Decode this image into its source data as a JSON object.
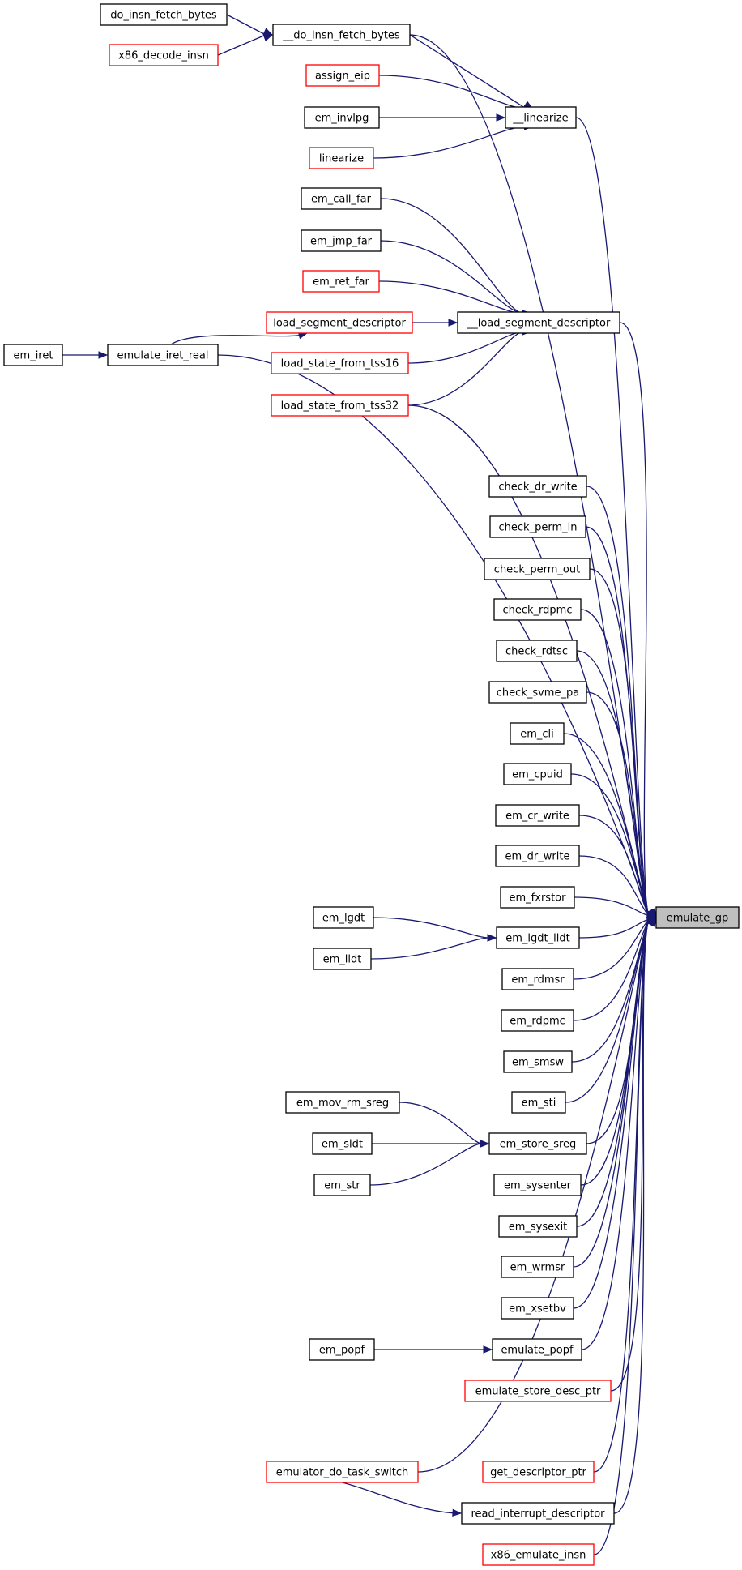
{
  "nodes": [
    {
      "id": "emulate_gp",
      "label": "emulate_gp",
      "border": "target"
    },
    {
      "id": "do_insn_fetch_bytes_caller",
      "label": "do_insn_fetch_bytes",
      "border": "black"
    },
    {
      "id": "x86_decode_insn",
      "label": "x86_decode_insn",
      "border": "red"
    },
    {
      "id": "__do_insn_fetch_bytes",
      "label": "__do_insn_fetch_bytes",
      "border": "black"
    },
    {
      "id": "assign_eip",
      "label": "assign_eip",
      "border": "red"
    },
    {
      "id": "em_invlpg",
      "label": "em_invlpg",
      "border": "black"
    },
    {
      "id": "linearize",
      "label": "linearize",
      "border": "red"
    },
    {
      "id": "__linearize",
      "label": "__linearize",
      "border": "black"
    },
    {
      "id": "em_call_far",
      "label": "em_call_far",
      "border": "black"
    },
    {
      "id": "em_jmp_far",
      "label": "em_jmp_far",
      "border": "black"
    },
    {
      "id": "em_ret_far",
      "label": "em_ret_far",
      "border": "red"
    },
    {
      "id": "load_segment_descriptor",
      "label": "load_segment_descriptor",
      "border": "red"
    },
    {
      "id": "__load_segment_descriptor",
      "label": "__load_segment_descriptor",
      "border": "black"
    },
    {
      "id": "load_state_from_tss16",
      "label": "load_state_from_tss16",
      "border": "red"
    },
    {
      "id": "load_state_from_tss32",
      "label": "load_state_from_tss32",
      "border": "red"
    },
    {
      "id": "em_iret",
      "label": "em_iret",
      "border": "black"
    },
    {
      "id": "emulate_iret_real",
      "label": "emulate_iret_real",
      "border": "black"
    },
    {
      "id": "check_dr_write",
      "label": "check_dr_write",
      "border": "black"
    },
    {
      "id": "check_perm_in",
      "label": "check_perm_in",
      "border": "black"
    },
    {
      "id": "check_perm_out",
      "label": "check_perm_out",
      "border": "black"
    },
    {
      "id": "check_rdpmc",
      "label": "check_rdpmc",
      "border": "black"
    },
    {
      "id": "check_rdtsc",
      "label": "check_rdtsc",
      "border": "black"
    },
    {
      "id": "check_svme_pa",
      "label": "check_svme_pa",
      "border": "black"
    },
    {
      "id": "em_cli",
      "label": "em_cli",
      "border": "black"
    },
    {
      "id": "em_cpuid",
      "label": "em_cpuid",
      "border": "black"
    },
    {
      "id": "em_cr_write",
      "label": "em_cr_write",
      "border": "black"
    },
    {
      "id": "em_dr_write",
      "label": "em_dr_write",
      "border": "black"
    },
    {
      "id": "em_fxrstor",
      "label": "em_fxrstor",
      "border": "black"
    },
    {
      "id": "em_lgdt",
      "label": "em_lgdt",
      "border": "black"
    },
    {
      "id": "em_lgdt_lidt",
      "label": "em_lgdt_lidt",
      "border": "black"
    },
    {
      "id": "em_lidt",
      "label": "em_lidt",
      "border": "black"
    },
    {
      "id": "em_rdmsr",
      "label": "em_rdmsr",
      "border": "black"
    },
    {
      "id": "em_rdpmc",
      "label": "em_rdpmc",
      "border": "black"
    },
    {
      "id": "em_smsw",
      "label": "em_smsw",
      "border": "black"
    },
    {
      "id": "em_sti",
      "label": "em_sti",
      "border": "black"
    },
    {
      "id": "em_mov_rm_sreg",
      "label": "em_mov_rm_sreg",
      "border": "black"
    },
    {
      "id": "em_sldt",
      "label": "em_sldt",
      "border": "black"
    },
    {
      "id": "em_str",
      "label": "em_str",
      "border": "black"
    },
    {
      "id": "em_store_sreg",
      "label": "em_store_sreg",
      "border": "black"
    },
    {
      "id": "em_sysenter",
      "label": "em_sysenter",
      "border": "black"
    },
    {
      "id": "em_sysexit",
      "label": "em_sysexit",
      "border": "black"
    },
    {
      "id": "em_wrmsr",
      "label": "em_wrmsr",
      "border": "black"
    },
    {
      "id": "em_xsetbv",
      "label": "em_xsetbv",
      "border": "black"
    },
    {
      "id": "em_popf",
      "label": "em_popf",
      "border": "black"
    },
    {
      "id": "emulate_popf",
      "label": "emulate_popf",
      "border": "black"
    },
    {
      "id": "emulate_store_desc_ptr",
      "label": "emulate_store_desc_ptr",
      "border": "red"
    },
    {
      "id": "emulator_do_task_switch",
      "label": "emulator_do_task_switch",
      "border": "red"
    },
    {
      "id": "get_descriptor_ptr",
      "label": "get_descriptor_ptr",
      "border": "red"
    },
    {
      "id": "read_interrupt_descriptor",
      "label": "read_interrupt_descriptor",
      "border": "black"
    },
    {
      "id": "x86_emulate_insn",
      "label": "x86_emulate_insn",
      "border": "red"
    }
  ],
  "edges": [
    {
      "from": "do_insn_fetch_bytes_caller",
      "to": "__do_insn_fetch_bytes"
    },
    {
      "from": "x86_decode_insn",
      "to": "__do_insn_fetch_bytes"
    },
    {
      "from": "__do_insn_fetch_bytes",
      "to": "__linearize"
    },
    {
      "from": "assign_eip",
      "to": "__linearize"
    },
    {
      "from": "em_invlpg",
      "to": "__linearize"
    },
    {
      "from": "linearize",
      "to": "__linearize"
    },
    {
      "from": "em_call_far",
      "to": "__load_segment_descriptor"
    },
    {
      "from": "em_jmp_far",
      "to": "__load_segment_descriptor"
    },
    {
      "from": "em_ret_far",
      "to": "__load_segment_descriptor"
    },
    {
      "from": "load_segment_descriptor",
      "to": "__load_segment_descriptor"
    },
    {
      "from": "load_state_from_tss16",
      "to": "__load_segment_descriptor"
    },
    {
      "from": "load_state_from_tss32",
      "to": "__load_segment_descriptor"
    },
    {
      "from": "emulate_iret_real",
      "to": "load_segment_descriptor"
    },
    {
      "from": "em_iret",
      "to": "emulate_iret_real"
    },
    {
      "from": "em_lgdt",
      "to": "em_lgdt_lidt"
    },
    {
      "from": "em_lidt",
      "to": "em_lgdt_lidt"
    },
    {
      "from": "em_mov_rm_sreg",
      "to": "em_store_sreg"
    },
    {
      "from": "em_sldt",
      "to": "em_store_sreg"
    },
    {
      "from": "em_str",
      "to": "em_store_sreg"
    },
    {
      "from": "em_popf",
      "to": "emulate_popf"
    },
    {
      "from": "emulator_do_task_switch",
      "to": "read_interrupt_descriptor"
    },
    {
      "from": "__do_insn_fetch_bytes",
      "to": "emulate_gp"
    },
    {
      "from": "__linearize",
      "to": "emulate_gp"
    },
    {
      "from": "__load_segment_descriptor",
      "to": "emulate_gp"
    },
    {
      "from": "load_state_from_tss32",
      "to": "emulate_gp"
    },
    {
      "from": "emulate_iret_real",
      "to": "emulate_gp"
    },
    {
      "from": "check_dr_write",
      "to": "emulate_gp"
    },
    {
      "from": "check_perm_in",
      "to": "emulate_gp"
    },
    {
      "from": "check_perm_out",
      "to": "emulate_gp"
    },
    {
      "from": "check_rdpmc",
      "to": "emulate_gp"
    },
    {
      "from": "check_rdtsc",
      "to": "emulate_gp"
    },
    {
      "from": "check_svme_pa",
      "to": "emulate_gp"
    },
    {
      "from": "em_cli",
      "to": "emulate_gp"
    },
    {
      "from": "em_cpuid",
      "to": "emulate_gp"
    },
    {
      "from": "em_cr_write",
      "to": "emulate_gp"
    },
    {
      "from": "em_dr_write",
      "to": "emulate_gp"
    },
    {
      "from": "em_fxrstor",
      "to": "emulate_gp"
    },
    {
      "from": "em_lgdt_lidt",
      "to": "emulate_gp"
    },
    {
      "from": "em_rdmsr",
      "to": "emulate_gp"
    },
    {
      "from": "em_rdpmc",
      "to": "emulate_gp"
    },
    {
      "from": "em_smsw",
      "to": "emulate_gp"
    },
    {
      "from": "em_sti",
      "to": "emulate_gp"
    },
    {
      "from": "em_store_sreg",
      "to": "emulate_gp"
    },
    {
      "from": "em_sysenter",
      "to": "emulate_gp"
    },
    {
      "from": "em_sysexit",
      "to": "emulate_gp"
    },
    {
      "from": "em_wrmsr",
      "to": "emulate_gp"
    },
    {
      "from": "em_xsetbv",
      "to": "emulate_gp"
    },
    {
      "from": "emulate_popf",
      "to": "emulate_gp"
    },
    {
      "from": "emulate_store_desc_ptr",
      "to": "emulate_gp"
    },
    {
      "from": "emulator_do_task_switch",
      "to": "emulate_gp"
    },
    {
      "from": "get_descriptor_ptr",
      "to": "emulate_gp"
    },
    {
      "from": "read_interrupt_descriptor",
      "to": "emulate_gp"
    },
    {
      "from": "x86_emulate_insn",
      "to": "emulate_gp"
    }
  ],
  "colors": {
    "edge": "#191970",
    "node_border": "#000000",
    "node_border_external": "#ff0000",
    "node_fill": "#ffffff",
    "target_fill": "#bfbfbf"
  }
}
